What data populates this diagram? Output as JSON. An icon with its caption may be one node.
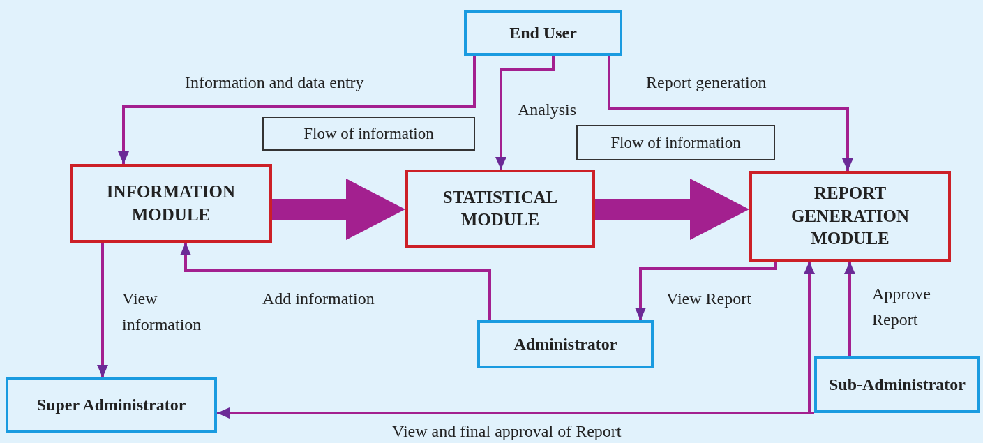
{
  "diagram": {
    "nodes": [
      {
        "text": [
          "End User"
        ]
      },
      {
        "text": [
          "Flow of information"
        ]
      },
      {
        "text": [
          "Flow of information"
        ]
      },
      {
        "text": [
          "INFORMATION MODULE"
        ]
      },
      {
        "text": [
          "STATISTICAL MODULE"
        ]
      },
      {
        "text": [
          "REPORT GENERATION MODULE"
        ]
      },
      {
        "text": [
          "Administrator"
        ]
      },
      {
        "text": [
          "Super Administrator"
        ]
      },
      {
        "text": [
          "Sub-Administrator"
        ]
      }
    ],
    "edges": [
      {
        "from": 0,
        "to": 3,
        "arrow": "to",
        "label": "Information and data entry"
      },
      {
        "from": 0,
        "to": 4,
        "arrow": "to",
        "label": "Analysis"
      },
      {
        "from": 0,
        "to": 5,
        "arrow": "to",
        "label": "Report generation"
      },
      {
        "from": 3,
        "to": 4,
        "arrow": "to",
        "style": "thick"
      },
      {
        "from": 4,
        "to": 5,
        "arrow": "to",
        "style": "thick"
      },
      {
        "from": 3,
        "to": 7,
        "arrow": "to",
        "label": "View information"
      },
      {
        "from": 6,
        "to": 3,
        "arrow": "to",
        "label": "Add information"
      },
      {
        "from": 5,
        "to": 6,
        "arrow": "to",
        "label": "View Report"
      },
      {
        "from": 8,
        "to": 5,
        "arrow": "to",
        "label": "Approve Report"
      },
      {
        "from": 8,
        "to": 5,
        "arrow": "to"
      },
      {
        "from": 8,
        "to": 7,
        "arrow": "to",
        "label": "View and final approval of Report"
      }
    ]
  }
}
